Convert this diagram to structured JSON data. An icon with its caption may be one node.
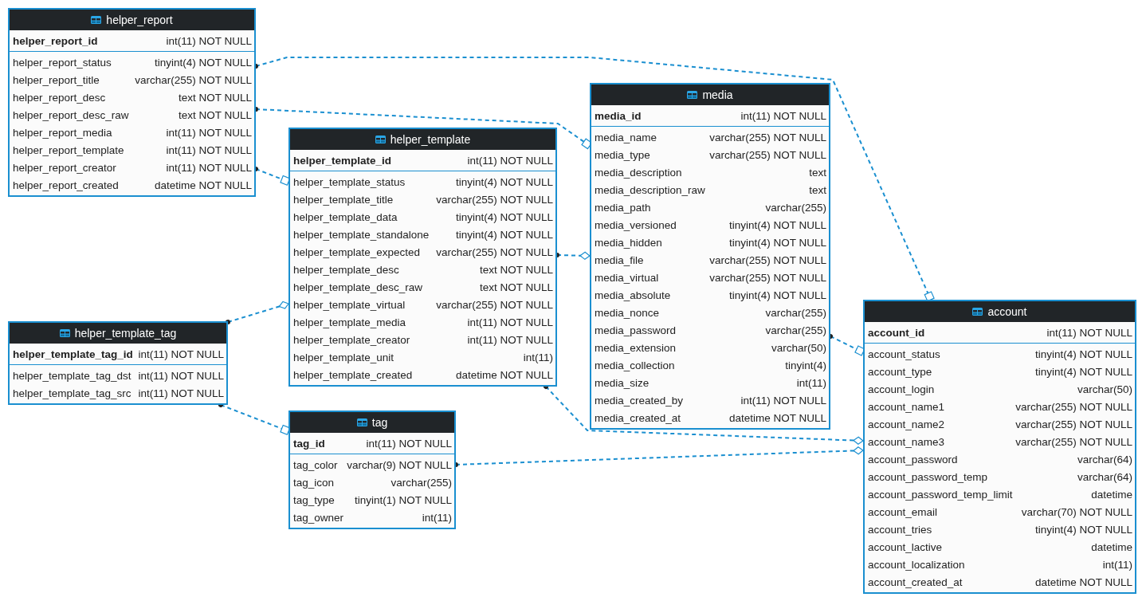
{
  "diagram": {
    "nodes": [
      {
        "text": [
          "helper_report",
          "helper_report_id",
          "int(11) NOT NULL",
          "helper_report_status",
          "tinyint(4) NOT NULL",
          "helper_report_title",
          "varchar(255) NOT NULL",
          "helper_report_desc",
          "text NOT NULL",
          "helper_report_desc_raw",
          "text NOT NULL",
          "helper_report_media",
          "int(11) NOT NULL",
          "helper_report_template",
          "int(11) NOT NULL",
          "helper_report_creator",
          "int(11) NOT NULL",
          "helper_report_created",
          "datetime NOT NULL"
        ]
      },
      {
        "text": [
          "helper_template",
          "helper_template_id",
          "int(11) NOT NULL",
          "helper_template_status",
          "tinyint(4) NOT NULL",
          "helper_template_title",
          "varchar(255) NOT NULL",
          "helper_template_data",
          "tinyint(4) NOT NULL",
          "helper_template_standalone",
          "tinyint(4) NOT NULL",
          "helper_template_expected",
          "varchar(255) NOT NULL",
          "helper_template_desc",
          "text NOT NULL",
          "helper_template_desc_raw",
          "text NOT NULL",
          "helper_template_virtual",
          "varchar(255) NOT NULL",
          "helper_template_media",
          "int(11) NOT NULL",
          "helper_template_creator",
          "int(11) NOT NULL",
          "helper_template_unit",
          "int(11)",
          "helper_template_created",
          "datetime NOT NULL"
        ]
      },
      {
        "text": [
          "media",
          "media_id",
          "int(11) NOT NULL",
          "media_name",
          "varchar(255) NOT NULL",
          "media_type",
          "varchar(255) NOT NULL",
          "media_description",
          "text",
          "media_description_raw",
          "text",
          "media_path",
          "varchar(255)",
          "media_versioned",
          "tinyint(4) NOT NULL",
          "media_hidden",
          "tinyint(4) NOT NULL",
          "media_file",
          "varchar(255) NOT NULL",
          "media_virtual",
          "varchar(255) NOT NULL",
          "media_absolute",
          "tinyint(4) NOT NULL",
          "media_nonce",
          "varchar(255)",
          "media_password",
          "varchar(255)",
          "media_extension",
          "varchar(50)",
          "media_collection",
          "tinyint(4)",
          "media_size",
          "int(11)",
          "media_created_by",
          "int(11) NOT NULL",
          "media_created_at",
          "datetime NOT NULL"
        ]
      },
      {
        "text": [
          "helper_template_tag",
          "helper_template_tag_id",
          "int(11) NOT NULL",
          "helper_template_tag_dst",
          "int(11) NOT NULL",
          "helper_template_tag_src",
          "int(11) NOT NULL"
        ]
      },
      {
        "text": [
          "tag",
          "tag_id",
          "int(11) NOT NULL",
          "tag_color",
          "varchar(9) NOT NULL",
          "tag_icon",
          "varchar(255)",
          "tag_type",
          "tinyint(1) NOT NULL",
          "tag_owner",
          "int(11)"
        ]
      },
      {
        "text": [
          "account",
          "account_id",
          "int(11) NOT NULL",
          "account_status",
          "tinyint(4) NOT NULL",
          "account_type",
          "tinyint(4) NOT NULL",
          "account_login",
          "varchar(50)",
          "account_name1",
          "varchar(255) NOT NULL",
          "account_name2",
          "varchar(255) NOT NULL",
          "account_name3",
          "varchar(255) NOT NULL",
          "account_password",
          "varchar(64)",
          "account_password_temp",
          "varchar(64)",
          "account_password_temp_limit",
          "datetime",
          "account_email",
          "varchar(70) NOT NULL",
          "account_tries",
          "tinyint(4) NOT NULL",
          "account_lactive",
          "datetime",
          "account_localization",
          "int(11)",
          "account_created_at",
          "datetime NOT NULL"
        ]
      }
    ],
    "edges": [
      {
        "from": 0,
        "to": 5,
        "arrow": "other",
        "style": "dashed"
      },
      {
        "from": 0,
        "to": 2,
        "arrow": "other",
        "style": "dashed"
      },
      {
        "from": 0,
        "to": 1,
        "arrow": "other",
        "style": "dashed"
      },
      {
        "from": 1,
        "to": 2,
        "arrow": "other",
        "style": "dashed"
      },
      {
        "from": 3,
        "to": 1,
        "arrow": "other",
        "style": "dashed"
      },
      {
        "from": 3,
        "to": 4,
        "arrow": "other",
        "style": "dashed"
      },
      {
        "from": 1,
        "to": 5,
        "arrow": "other",
        "style": "dashed"
      },
      {
        "from": 4,
        "to": 5,
        "arrow": "other",
        "style": "dashed"
      },
      {
        "from": 2,
        "to": 5,
        "arrow": "other",
        "style": "dashed"
      }
    ]
  }
}
